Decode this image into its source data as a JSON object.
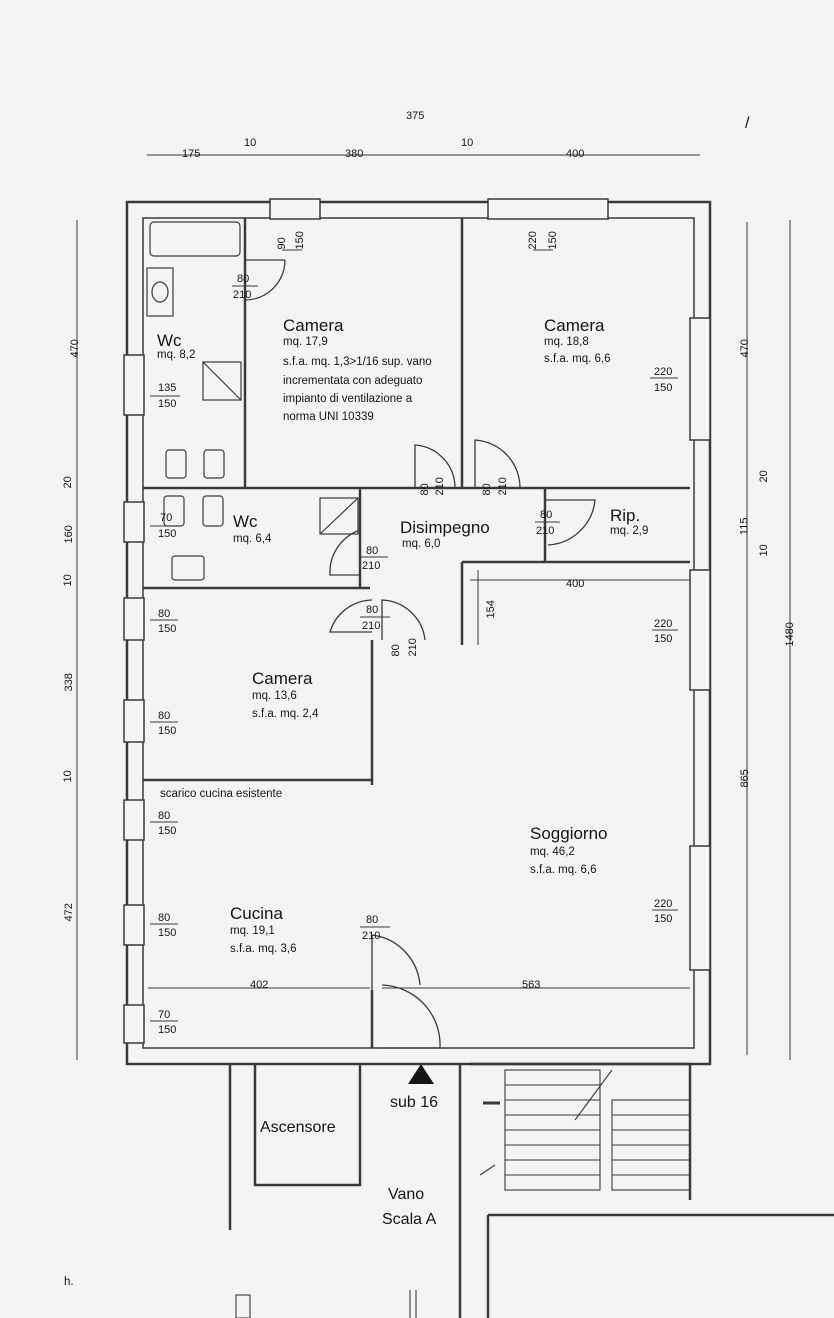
{
  "colors": {
    "wall": "#3a3a3a",
    "ink": "#151515",
    "paper": "#f4f4f2"
  },
  "rooms": {
    "wc1": {
      "name": "Wc",
      "area": "mq. 8,2"
    },
    "camera1": {
      "name": "Camera",
      "area": "mq. 17,9",
      "sfa": "s.f.a. mq. 1,3>1/16 sup. vano",
      "note1": "incrementata con adeguato",
      "note2": "impianto di ventilazione a",
      "note3": "norma UNI 10339"
    },
    "camera2": {
      "name": "Camera",
      "area": "mq. 18,8",
      "sfa": "s.f.a. mq. 6,6"
    },
    "wc2": {
      "name": "Wc",
      "area": "mq. 6,4"
    },
    "disimpegno": {
      "name": "Disimpegno",
      "area": "mq. 6,0"
    },
    "rip": {
      "name": "Rip.",
      "area": "mq. 2,9"
    },
    "camera3": {
      "name": "Camera",
      "area": "mq. 13,6",
      "sfa": "s.f.a. mq. 2,4"
    },
    "soggiorno": {
      "name": "Soggiorno",
      "area": "mq. 46,2",
      "sfa": "s.f.a. mq. 6,6"
    },
    "cucina": {
      "name": "Cucina",
      "area": "mq. 19,1",
      "sfa": "s.f.a. mq. 3,6",
      "note": "scarico cucina esistente"
    },
    "ascensore": {
      "name": "Ascensore"
    },
    "vano": {
      "line1": "Vano",
      "line2": "Scala A"
    },
    "sub": {
      "name": "sub 16"
    }
  },
  "top_dims": {
    "d175": "175",
    "d10a": "10",
    "d380": "380",
    "d10b": "10",
    "d400": "400",
    "partial": "375"
  },
  "left_dims": {
    "d470": "470",
    "d20": "20",
    "d160": "160",
    "d10a": "10",
    "d338": "338",
    "d10b": "10",
    "d472": "472"
  },
  "right_dims": {
    "d470": "470",
    "d20": "20",
    "d115": "115",
    "d10": "10",
    "d865": "865",
    "d1480": "1480"
  },
  "inner_dims": {
    "d400": "400",
    "d154": "154",
    "d402": "402",
    "d563": "563"
  },
  "openings": {
    "o1": {
      "w": "90",
      "h": "150"
    },
    "o2": {
      "w": "220",
      "h": "150"
    },
    "o3": {
      "w": "80",
      "h": "210"
    },
    "o4": {
      "w": "135",
      "h": "150"
    },
    "o5": {
      "w": "220",
      "h": "150"
    },
    "o6": {
      "w": "80",
      "h": "210"
    },
    "o7": {
      "w": "80",
      "h": "210"
    },
    "o8": {
      "w": "70",
      "h": "150"
    },
    "o9": {
      "w": "80",
      "h": "210"
    },
    "o10": {
      "w": "80",
      "h": "210"
    },
    "o11": {
      "w": "80",
      "h": "150"
    },
    "o12": {
      "w": "80",
      "h": "210"
    },
    "o13": {
      "w": "80",
      "h": "210"
    },
    "o14": {
      "w": "220",
      "h": "150"
    },
    "o15": {
      "w": "80",
      "h": "150"
    },
    "o16": {
      "w": "80",
      "h": "150"
    },
    "o17": {
      "w": "80",
      "h": "150"
    },
    "o18": {
      "w": "220",
      "h": "150"
    },
    "o19": {
      "w": "80",
      "h": "210"
    },
    "o20": {
      "w": "70",
      "h": "150"
    }
  },
  "corner_mark": "/",
  "scribble": "h."
}
